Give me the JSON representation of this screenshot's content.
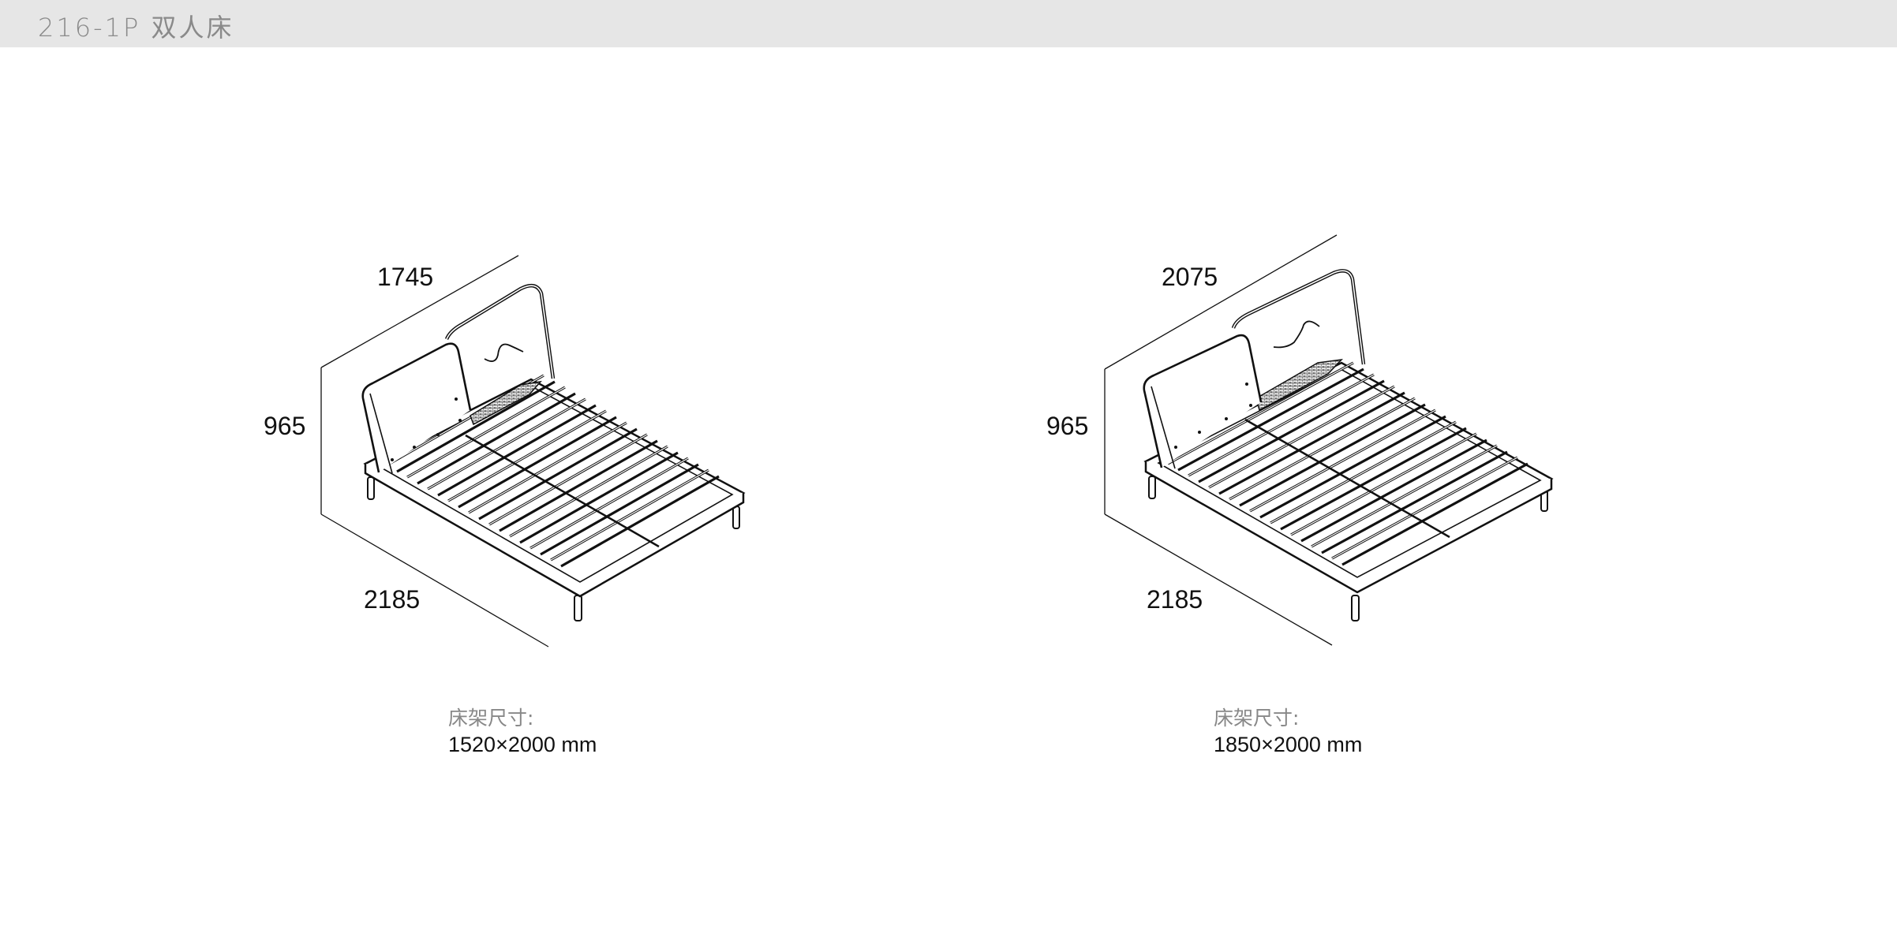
{
  "header": {
    "title": "216-1P 双人床"
  },
  "diagrams": [
    {
      "id": "bed-1520",
      "dimensions": {
        "width": "1745",
        "height": "965",
        "length": "2185"
      },
      "caption": {
        "label": "床架尺寸:",
        "value": "1520×2000 mm"
      }
    },
    {
      "id": "bed-1850",
      "dimensions": {
        "width": "2075",
        "height": "965",
        "length": "2185"
      },
      "caption": {
        "label": "床架尺寸:",
        "value": "1850×2000 mm"
      }
    }
  ],
  "colors": {
    "header_bg": "#e6e6e6",
    "header_text": "#8a8a8a",
    "line": "#111111",
    "caption_label": "#888888"
  }
}
